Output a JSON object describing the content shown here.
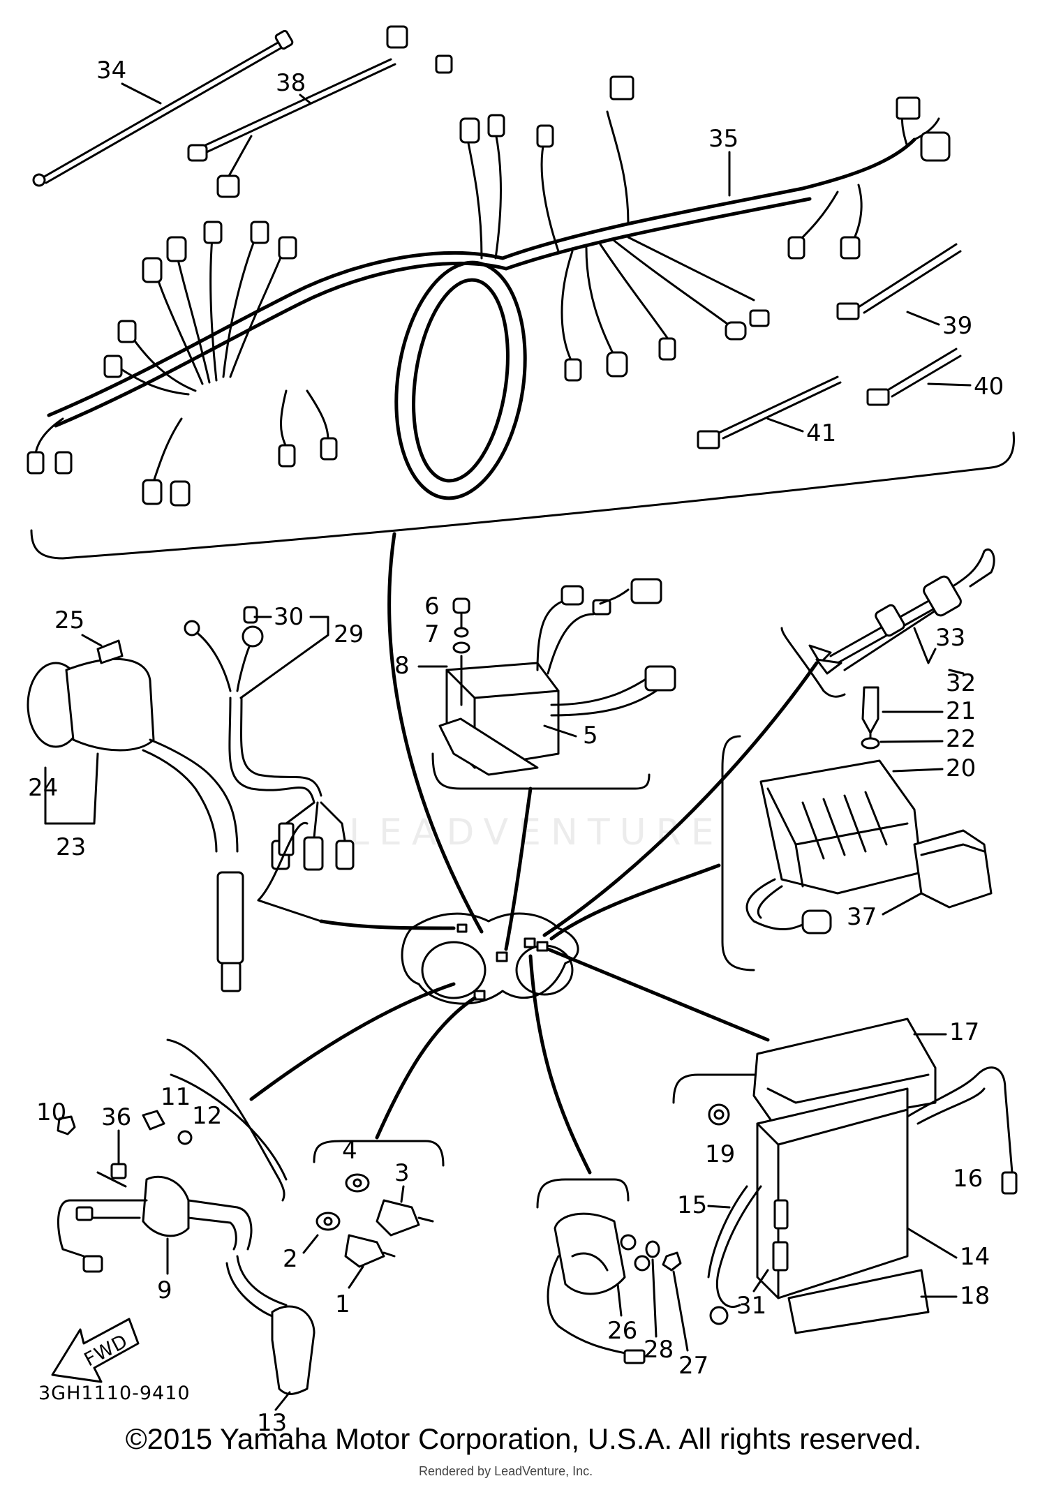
{
  "diagram": {
    "part_code": "3GH1110-9410",
    "fwd_label": "FWD",
    "watermark": "LEADVENTURE",
    "copyright": "©2015 Yamaha Motor Corporation, U.S.A. All rights reserved.",
    "rendered_by": "Rendered by LeadVenture, Inc.",
    "callouts": [
      "34",
      "38",
      "35",
      "39",
      "40",
      "41",
      "6",
      "7",
      "8",
      "5",
      "25",
      "30",
      "29",
      "24",
      "23",
      "33",
      "32",
      "21",
      "22",
      "20",
      "37",
      "17",
      "10",
      "36",
      "11",
      "12",
      "9",
      "4",
      "3",
      "2",
      "1",
      "19",
      "16",
      "15",
      "14",
      "18",
      "31",
      "26",
      "28",
      "27",
      "13"
    ]
  }
}
